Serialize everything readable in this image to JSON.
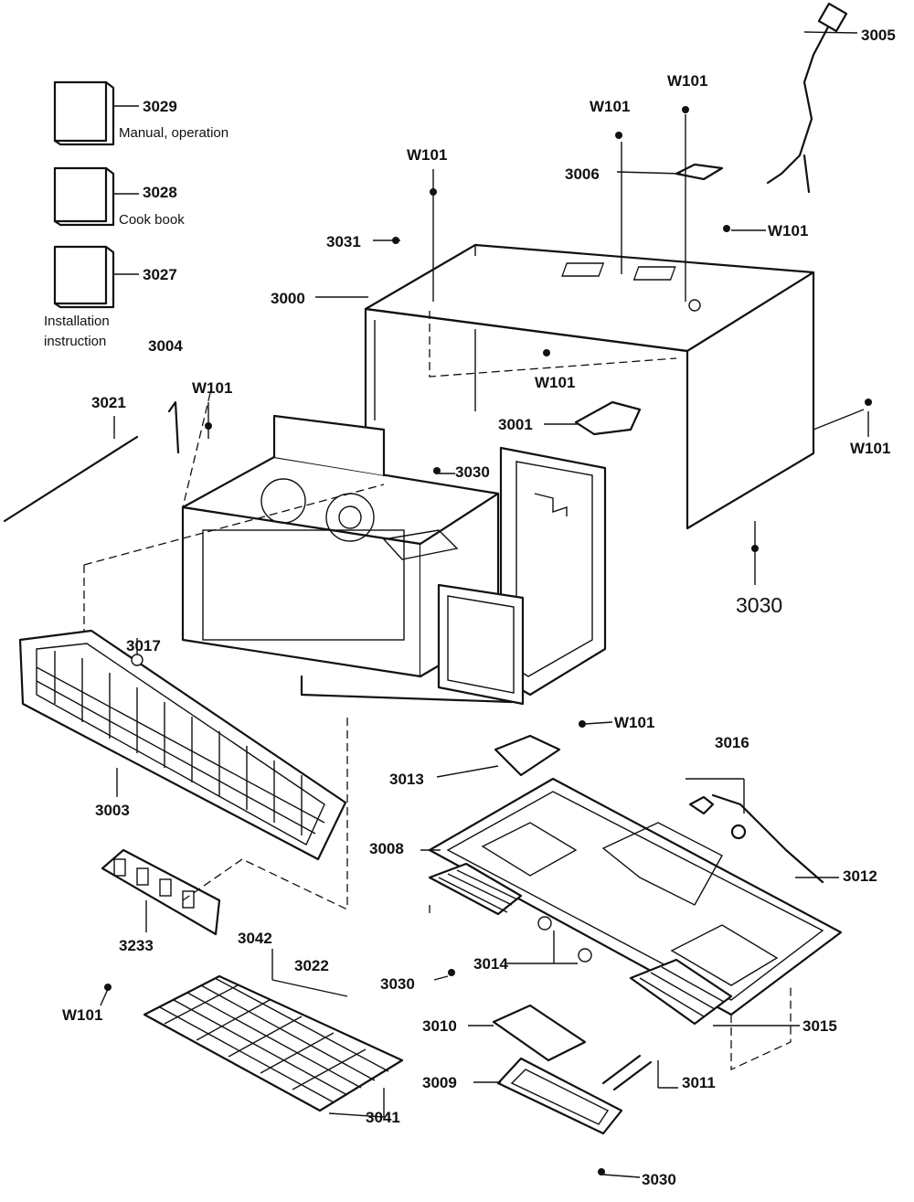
{
  "parts": {
    "p3029": "3029",
    "p3028": "3028",
    "p3027": "3027",
    "p3005": "3005",
    "p3006": "3006",
    "p3031": "3031",
    "p3000": "3000",
    "p3004": "3004",
    "p3021": "3021",
    "p3001": "3001",
    "p3030": "3030",
    "p3017": "3017",
    "p3003": "3003",
    "p3013": "3013",
    "p3016": "3016",
    "p3008": "3008",
    "p3012": "3012",
    "p3233": "3233",
    "p3042": "3042",
    "p3022": "3022",
    "p3014": "3014",
    "p3015": "3015",
    "p3010": "3010",
    "p3009": "3009",
    "p3011": "3011",
    "p3041": "3041",
    "w101": "W101"
  },
  "descriptions": {
    "manual": "Manual, operation",
    "cookbook": "Cook book",
    "install_1": "Installation",
    "install_2": "instruction"
  }
}
